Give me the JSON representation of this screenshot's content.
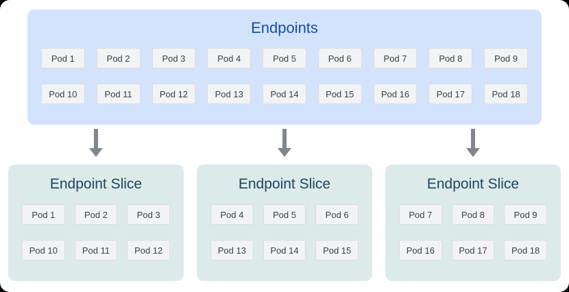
{
  "endpoints": {
    "title": "Endpoints",
    "pods": [
      "Pod 1",
      "Pod 2",
      "Pod 3",
      "Pod 4",
      "Pod 5",
      "Pod 6",
      "Pod 7",
      "Pod 8",
      "Pod 9",
      "Pod 10",
      "Pod 11",
      "Pod 12",
      "Pod 13",
      "Pod 14",
      "Pod 15",
      "Pod 16",
      "Pod 17",
      "Pod 18"
    ]
  },
  "slices": [
    {
      "title": "Endpoint Slice",
      "pods": [
        "Pod 1",
        "Pod 2",
        "Pod 3",
        "Pod 10",
        "Pod 11",
        "Pod 12"
      ]
    },
    {
      "title": "Endpoint Slice",
      "pods": [
        "Pod 4",
        "Pod 5",
        "Pod 6",
        "Pod 13",
        "Pod 14",
        "Pod 15"
      ]
    },
    {
      "title": "Endpoint Slice",
      "pods": [
        "Pod 7",
        "Pod 8",
        "Pod 9",
        "Pod 16",
        "Pod 17",
        "Pod 18"
      ]
    }
  ],
  "colors": {
    "endpoints_bg": "#d3e3fc",
    "endpoints_title": "#174ea6",
    "slice_bg": "#dcebe9",
    "slice_title": "#21435f",
    "pod_bg": "#f1f3f4",
    "pod_border": "#dadce0",
    "pod_text": "#3c4043",
    "arrow": "#80868b"
  }
}
